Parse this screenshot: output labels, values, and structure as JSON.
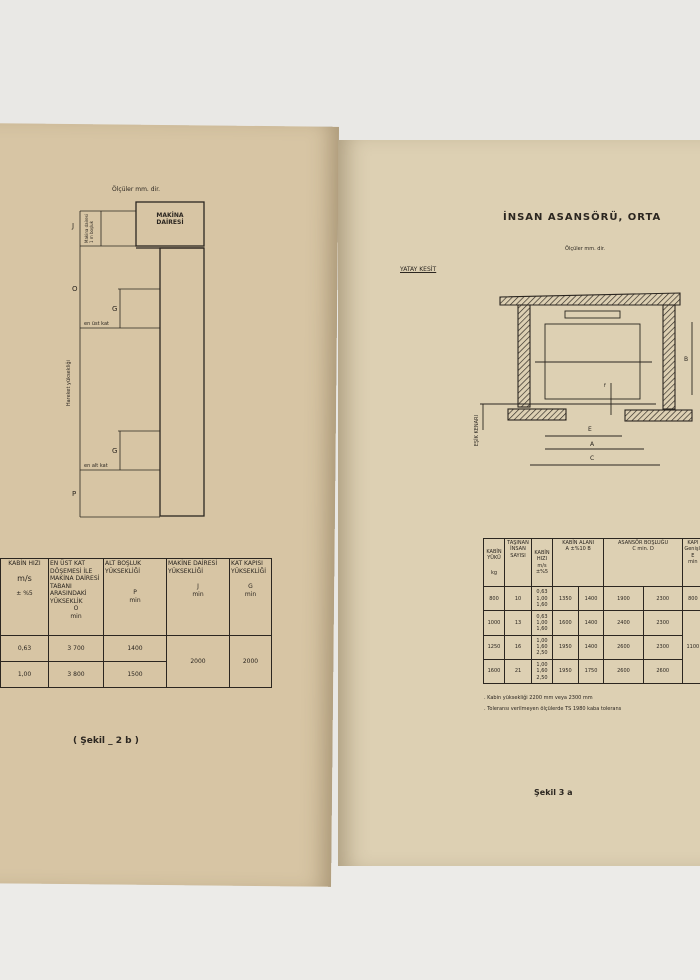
{
  "left_page": {
    "units_note": "Ölçüler mm. dir.",
    "machine_room": "MAKİNA DAİRESİ",
    "machine_room_height_note": "Makina dairesi 1 m boşluk",
    "labels": {
      "J": "J",
      "O": "O",
      "G": "G",
      "P": "P",
      "top_floor": "en üst kat",
      "bottom_floor": "en alt kat",
      "travel": "Hareket yüksekliği"
    },
    "table": {
      "headers": [
        {
          "title": "KABİN HIZI",
          "unit_symbol": "m/s",
          "tolerance": "± %5"
        },
        {
          "title": "EN ÜST KAT DÖŞEMESİ İLE MAKİNA DAİRESİ TABANI ARASINDAKİ YÜKSEKLİK",
          "symbol": "O",
          "unit": "min"
        },
        {
          "title": "ALT BOŞLUK YÜKSEKLİĞİ",
          "symbol": "P",
          "unit": "min"
        },
        {
          "title": "MAKİNE DAİRESİ YÜKSEKLİĞİ",
          "symbol": "J",
          "unit": "min"
        },
        {
          "title": "KAT KAPISI YÜKSEKLİĞİ",
          "symbol": "G",
          "unit": "min"
        }
      ],
      "rows": [
        {
          "speed": "0,63",
          "o": "3 700",
          "p": "1400"
        },
        {
          "speed": "1,00",
          "o": "3 800",
          "p": "1500"
        }
      ],
      "j_merged": "2000",
      "g_merged": "2000"
    },
    "caption": "( Şekil _ 2 b )"
  },
  "right_page": {
    "title": "İNSAN ASANSÖRÜ, ORTA",
    "units_note": "Ölçüler mm. dir.",
    "section_label": "YATAY KESİT",
    "sill_label": "EŞİK KENARI",
    "dim_labels": {
      "A": "A",
      "B": "B",
      "C": "C",
      "E": "E",
      "f": "f"
    },
    "table": {
      "headers": [
        {
          "title": "KABİN YÜKÜ",
          "unit": "kg"
        },
        {
          "title": "TAŞINAN İNSAN SAYISI"
        },
        {
          "title": "KABİN HIZI",
          "unit": "m/s",
          "tolerance": "±%5"
        },
        {
          "title": "KABİN ALANI",
          "sub": "A ±%10 B"
        },
        {
          "title": "ASANSÖR BOŞLUĞU",
          "sub": "C min. D"
        },
        {
          "title": "KAPI Genişl.",
          "sub": "E",
          "unit": "min"
        },
        {
          "title": "E"
        }
      ],
      "rows": [
        {
          "load": "800",
          "persons": "10",
          "speed": "0,63 1,00 1,60",
          "a": "1350",
          "b": "1400",
          "c": "1900",
          "d": "2300",
          "e": "800"
        },
        {
          "load": "1000",
          "persons": "13",
          "speed": "0,63 1,00 1,60",
          "a": "1600",
          "b": "1400",
          "c": "2400",
          "d": "2300",
          "e": ""
        },
        {
          "load": "1250",
          "persons": "16",
          "speed": "1,00 1,60 2,50",
          "a": "1950",
          "b": "1400",
          "c": "2600",
          "d": "2300",
          "e": "1100"
        },
        {
          "load": "1600",
          "persons": "21",
          "speed": "1,00 1,60 2,50",
          "a": "1950",
          "b": "1750",
          "c": "2600",
          "d": "2600",
          "e": ""
        }
      ]
    },
    "notes": [
      ". Kabin yüksekliği 2200 mm veya 2300 mm",
      ". Toleransı verilmeyen ölçülerde TS 1980 kaba tolerans"
    ],
    "caption": "Şekil 3 a"
  }
}
